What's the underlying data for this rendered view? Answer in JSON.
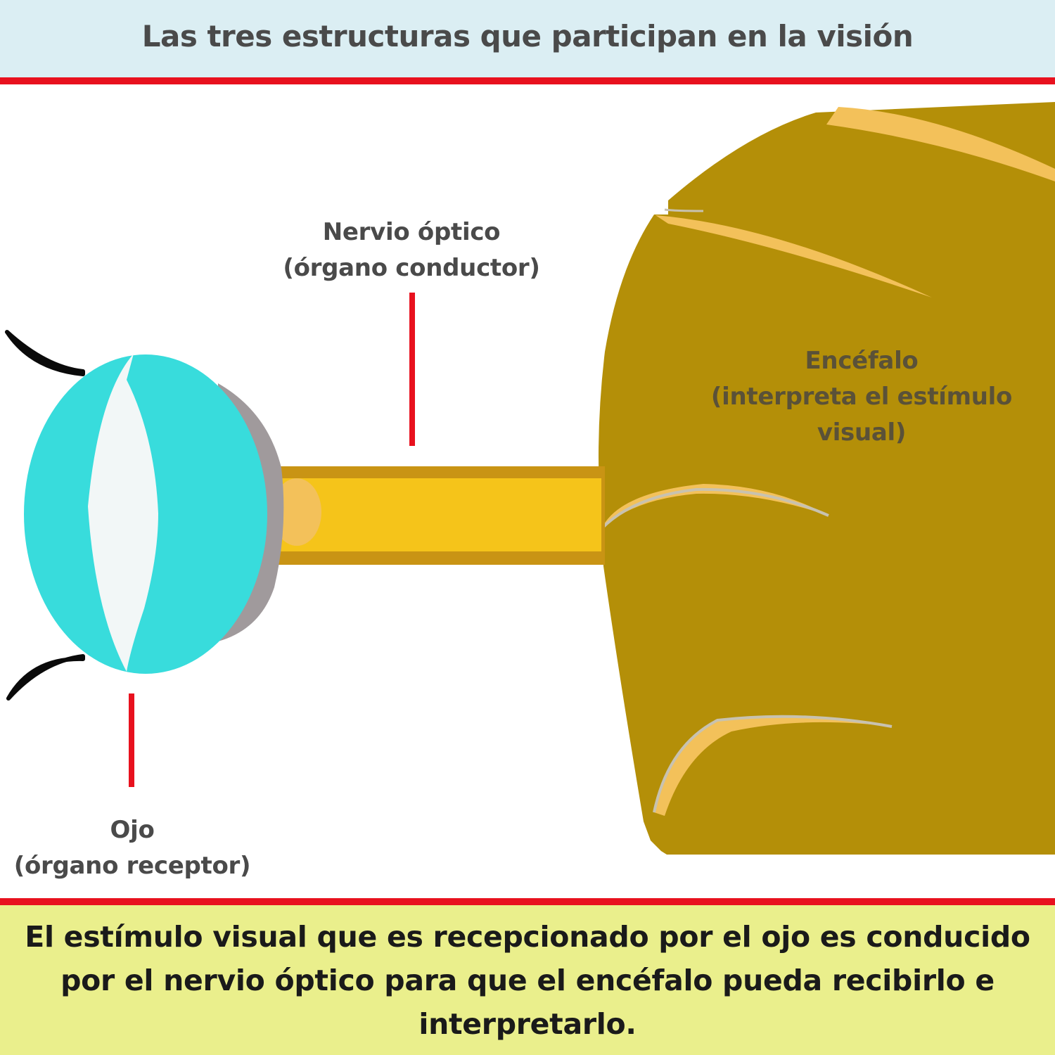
{
  "header": {
    "title": "Las tres estructuras que participan en la visión"
  },
  "labels": {
    "nerve": {
      "title": "Nervio óptico",
      "subtitle": "(órgano conductor)"
    },
    "eye": {
      "title": "Ojo",
      "subtitle": "(órgano receptor)"
    },
    "brain": {
      "title": "Encéfalo",
      "line2": "(interpreta el estímulo",
      "line3": "visual)"
    }
  },
  "footer": {
    "text": "El estímulo visual que es recepcionado por el ojo es conducido por el nervio óptico para que el encéfalo pueda recibirlo e interpretarlo."
  },
  "colors": {
    "header_bg": "#dbeef3",
    "divider_red": "#e8111e",
    "footer_bg": "#eaef8c",
    "eye_cyan": "#38dcdc",
    "lens_white": "#f2f7f7",
    "eye_grey": "#a09a9c",
    "nerve_yellow": "#f5c41a",
    "nerve_border": "#c99414",
    "brain_olive": "#b48f08",
    "brain_fold": "#f3c15a"
  },
  "icons": {
    "eye": "eyeball-with-lens",
    "brain": "brain-section"
  }
}
